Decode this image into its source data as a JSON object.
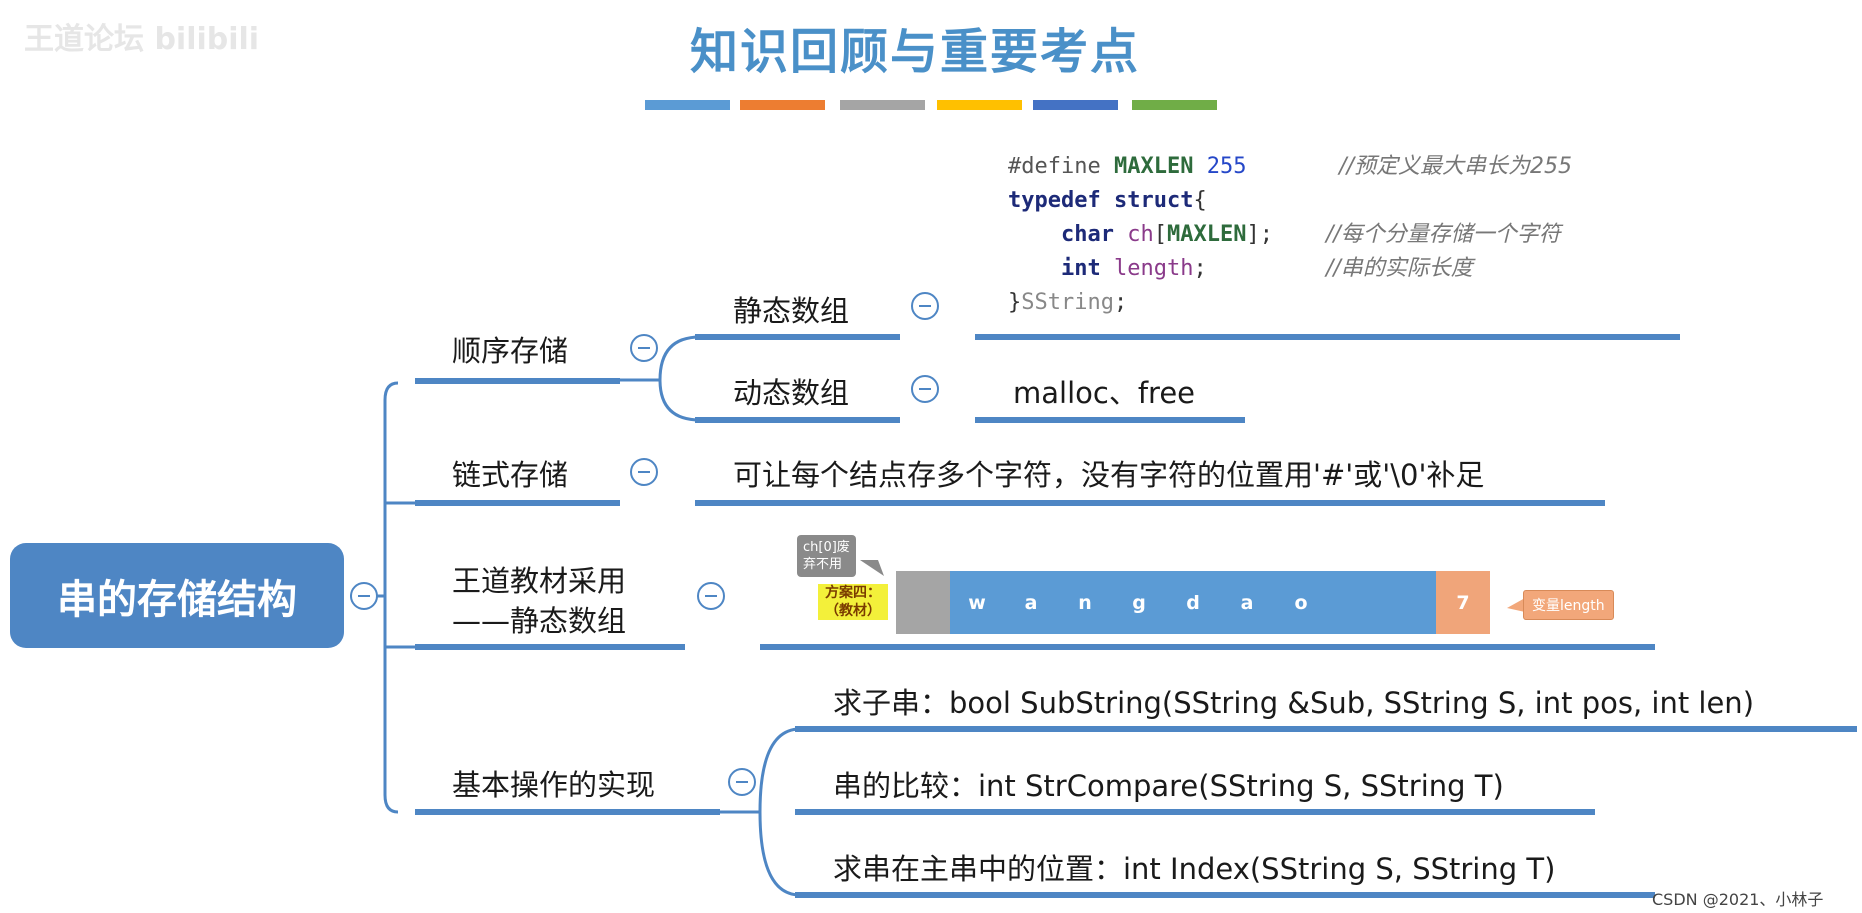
{
  "header": {
    "title": "知识回顾与重要考点",
    "color_bars": [
      "#5b9bd5",
      "#ed7d31",
      "#a5a5a5",
      "#ffc000",
      "#4472c4",
      "#70ad47"
    ],
    "watermark": "王道论坛 bilibili"
  },
  "root": {
    "label": "串的存储结构"
  },
  "branches": {
    "sequential": {
      "label": "顺序存储",
      "static": {
        "label": "静态数组",
        "code": {
          "line1_pp": "#define",
          "line1_macro": "MAXLEN",
          "line1_num": "255",
          "line1_comment": "//预定义最大串长为255",
          "line2_kw1": "typedef",
          "line2_kw2": "struct",
          "line2_brace": "{",
          "line3_kw": "char",
          "line3_var": "ch",
          "line3_bracket_open": "[",
          "line3_macro": "MAXLEN",
          "line3_bracket_close": "];",
          "line3_comment": "//每个分量存储一个字符",
          "line4_kw": "int",
          "line4_var": "length",
          "line4_semi": ";",
          "line4_comment": "//串的实际长度",
          "line5_brace": "}",
          "line5_name": "SString",
          "line5_semi": ";"
        }
      },
      "dynamic": {
        "label": "动态数组",
        "detail": "malloc、free"
      }
    },
    "linked": {
      "label": "链式存储",
      "detail": "可让每个结点存多个字符，没有字符的位置用'#'或'\\0'补足"
    },
    "textbook": {
      "label_line1": "王道教材采用",
      "label_line2": "——静态数组",
      "callout_line1": "ch[0]废",
      "callout_line2": "弃不用",
      "scheme_line1": "方案四：",
      "scheme_line2": "（教材）",
      "cells": [
        "",
        "w",
        "a",
        "n",
        "g",
        "d",
        "a",
        "o",
        "",
        "",
        "7"
      ],
      "length_label": "变量length"
    },
    "operations": {
      "label": "基本操作的实现",
      "items": [
        "求子串：bool SubString(SString &Sub, SString S, int pos, int len)",
        "串的比较：int StrCompare(SString S, SString T)",
        "求串在主串中的位置：int Index(SString S, SString T)"
      ]
    }
  },
  "footer": {
    "credit": "CSDN @2021、小林子"
  }
}
